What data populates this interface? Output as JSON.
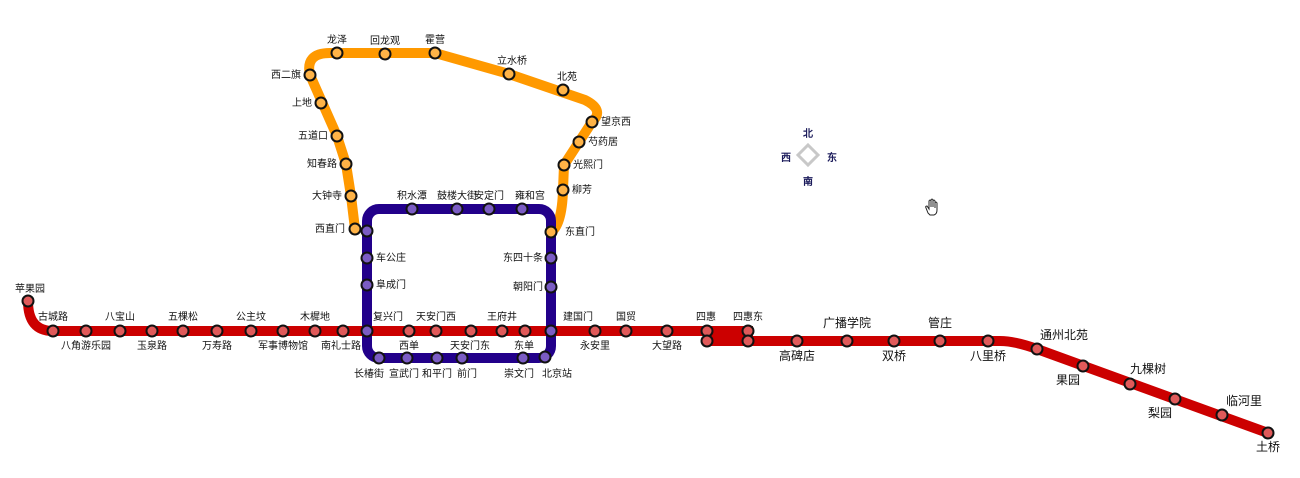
{
  "colors": {
    "line1": "#cc0000",
    "line1_station": "#e05a5a",
    "line2": "#22008a",
    "line2_station": "#7b5cc4",
    "line13": "#ff9900",
    "line13_station": "#ffb347"
  },
  "compass": {
    "north": "北",
    "south": "南",
    "west": "西",
    "east": "东"
  },
  "cursor_icon": "hand-cursor-icon",
  "lines": {
    "line1": [
      "苹果园",
      "古城路",
      "八角游乐园",
      "八宝山",
      "玉泉路",
      "五棵松",
      "万寿路",
      "公主坟",
      "军事博物馆",
      "木樨地",
      "南礼士路",
      "复兴门",
      "西单",
      "天安门西",
      "天安门东",
      "王府井",
      "东单",
      "建国门",
      "永安里",
      "国贸",
      "大望路",
      "四惠",
      "四惠东"
    ],
    "batong": [
      "高碑店",
      "广播学院",
      "双桥",
      "管庄",
      "八里桥",
      "通州北苑",
      "果园",
      "九棵树",
      "梨园",
      "临河里",
      "土桥"
    ],
    "line2": [
      "积水潭",
      "鼓楼大街",
      "安定门",
      "雍和宫",
      "车公庄",
      "阜成门",
      "长椿街",
      "宣武门",
      "和平门",
      "前门",
      "崇文门",
      "北京站",
      "东四十条",
      "朝阳门"
    ],
    "line13": [
      "西直门",
      "大钟寺",
      "知春路",
      "五道口",
      "上地",
      "西二旗",
      "龙泽",
      "回龙观",
      "霍营",
      "立水桥",
      "北苑",
      "望京西",
      "芍药居",
      "光熙门",
      "柳芳",
      "东直门"
    ]
  }
}
